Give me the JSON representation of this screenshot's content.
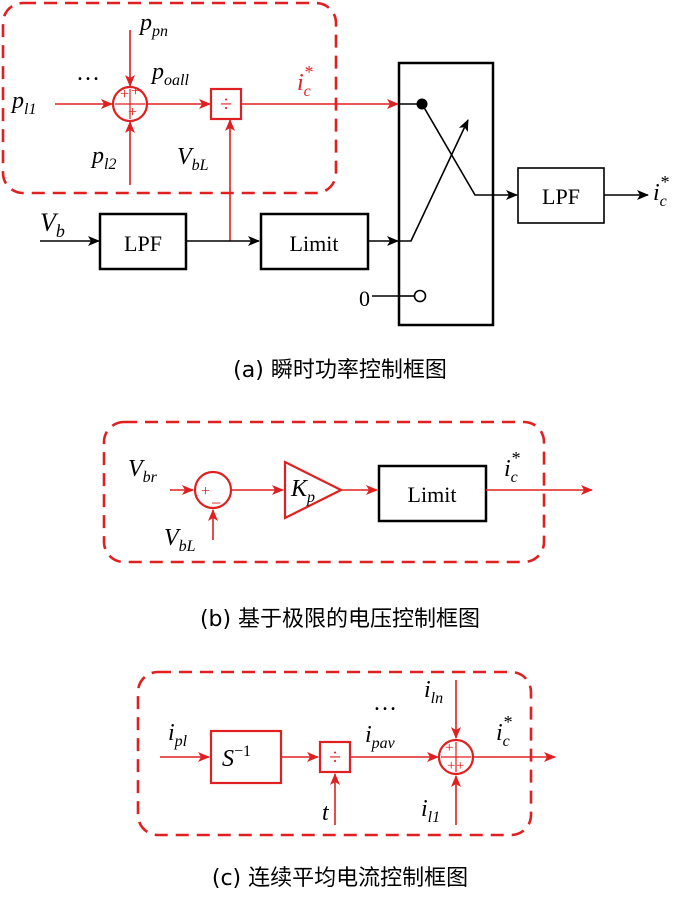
{
  "panel_a": {
    "caption": "(a) 瞬时功率控制框图",
    "lpf1": "LPF",
    "limit": "Limit",
    "lpf2": "LPF",
    "zero": "0",
    "dots": "…",
    "p_pn": {
      "base": "p",
      "sub": "pn"
    },
    "p_l1": {
      "base": "p",
      "sub": "l1"
    },
    "p_l2": {
      "base": "p",
      "sub": "l2"
    },
    "p_oall": {
      "base": "p",
      "sub": "oall"
    },
    "v_bl": {
      "base": "V",
      "sub": "bL"
    },
    "v_b": {
      "base": "V",
      "sub": "b"
    },
    "ic_star": {
      "base": "i",
      "sub": "c",
      "sup": "*"
    }
  },
  "panel_b": {
    "caption": "(b) 基于极限的电压控制框图",
    "limit": "Limit",
    "v_br": {
      "base": "V",
      "sub": "br"
    },
    "v_bl": {
      "base": "V",
      "sub": "bL"
    },
    "kp": {
      "base": "K",
      "sub": "p"
    },
    "ic_star": {
      "base": "i",
      "sub": "c",
      "sup": "*"
    }
  },
  "panel_c": {
    "caption": "(c) 连续平均电流控制框图",
    "s_inv": {
      "base": "S",
      "sup": "−1"
    },
    "dots": "…",
    "i_pl": {
      "base": "i",
      "sub": "pl"
    },
    "i_pav": {
      "base": "i",
      "sub": "pav"
    },
    "i_ln": {
      "base": "i",
      "sub": "ln"
    },
    "i_l1": {
      "base": "i",
      "sub": "l1"
    },
    "t": "t",
    "ic_star": {
      "base": "i",
      "sub": "c",
      "sup": "*"
    }
  },
  "colors": {
    "accent": "#e02020",
    "line": "#000000"
  }
}
